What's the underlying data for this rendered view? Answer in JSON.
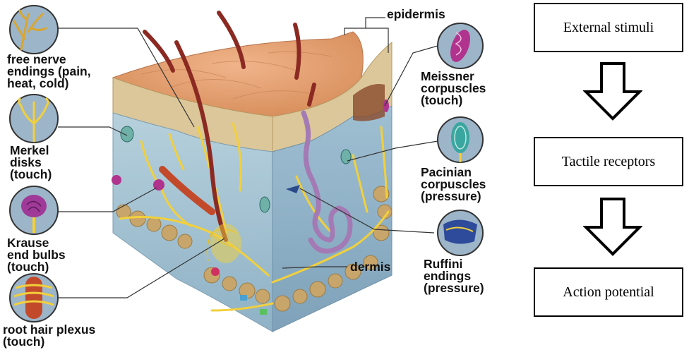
{
  "diagram": {
    "labels": {
      "epidermis": "epidermis",
      "dermis": "dermis",
      "free_nerve": "free nerve\nendings (pain,\nheat, cold)",
      "merkel": "Merkel\ndisks\n(touch)",
      "krause": "Krause\nend bulbs\n(touch)",
      "root_hair": "root hair plexus\n(touch)",
      "meissner": "Meissner\ncorpuscles\n(touch)",
      "pacinian": "Pacinian\ncorpuscles\n(pressure)",
      "ruffini": "Ruffini\nendings\n(pressure)"
    }
  },
  "flow": {
    "steps": [
      "External stimuli",
      "Tactile receptors",
      "Action potential"
    ]
  },
  "colors": {
    "skin_top": "#e8a57a",
    "epidermis": "#dcc79a",
    "dermis": "#a9c7d6",
    "hair": "#8b2a22",
    "nerve": "#f2d03c",
    "circle_fill": "#9db5c9",
    "fat": "#c8a56a"
  }
}
